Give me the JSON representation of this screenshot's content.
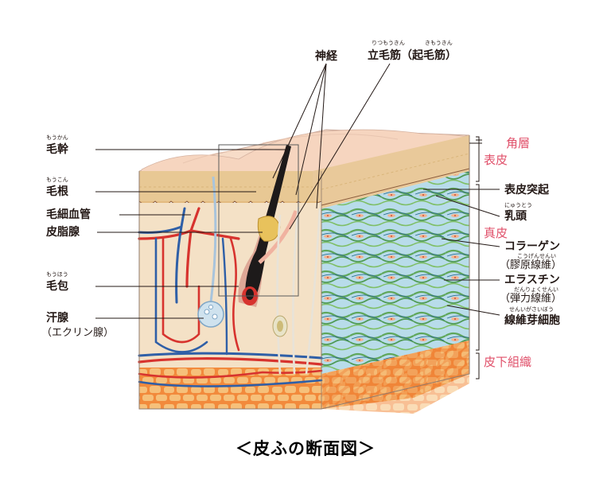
{
  "caption": "＜皮ふの断面図＞",
  "labels_left": {
    "hair_shaft": {
      "ruby": "もうかん",
      "text": "毛幹"
    },
    "hair_root": {
      "ruby": "もうこん",
      "text": "毛根"
    },
    "capillary": {
      "text": "毛細血管"
    },
    "sebaceous_gland": {
      "text": "皮脂腺"
    },
    "hair_follicle": {
      "ruby": "もうほう",
      "text": "毛包"
    },
    "sweat_gland": {
      "text": "汗腺",
      "sub": "（エクリン腺）"
    }
  },
  "labels_top": {
    "nerve": {
      "text": "神経"
    },
    "arrector_pili": {
      "ruby1": "りつもうきん",
      "ruby2": "きもうきん",
      "text": "立毛筋（起毛筋）"
    }
  },
  "labels_right": {
    "stratum_corneum": {
      "text": "角層"
    },
    "epidermis": {
      "text": "表皮"
    },
    "epidermal_ridge": {
      "text": "表皮突起"
    },
    "papilla": {
      "ruby": "にゅうとう",
      "text": "乳頭"
    },
    "dermis": {
      "text": "真皮"
    },
    "collagen": {
      "text": "コラーゲン",
      "ruby": "こうげんせんい",
      "sub": "（膠原線維）"
    },
    "elastin": {
      "text": "エラスチン",
      "ruby": "だんりょくせんい",
      "sub": "（弾力線維）"
    },
    "fibroblast": {
      "ruby": "せんいがさいぼう",
      "text": "線維芽細胞"
    },
    "subcutaneous": {
      "text": "皮下組織"
    }
  },
  "colors": {
    "accent_pink": "#e0506a",
    "artery": "#d7332e",
    "vein": "#2f5fa7",
    "skin_top": "#f7dcc8",
    "dermis_face": "#f4e1c6",
    "fat": "#f2a24a",
    "fiber_green": "#5fa75a",
    "fiber_blue": "#9fd0e8"
  }
}
